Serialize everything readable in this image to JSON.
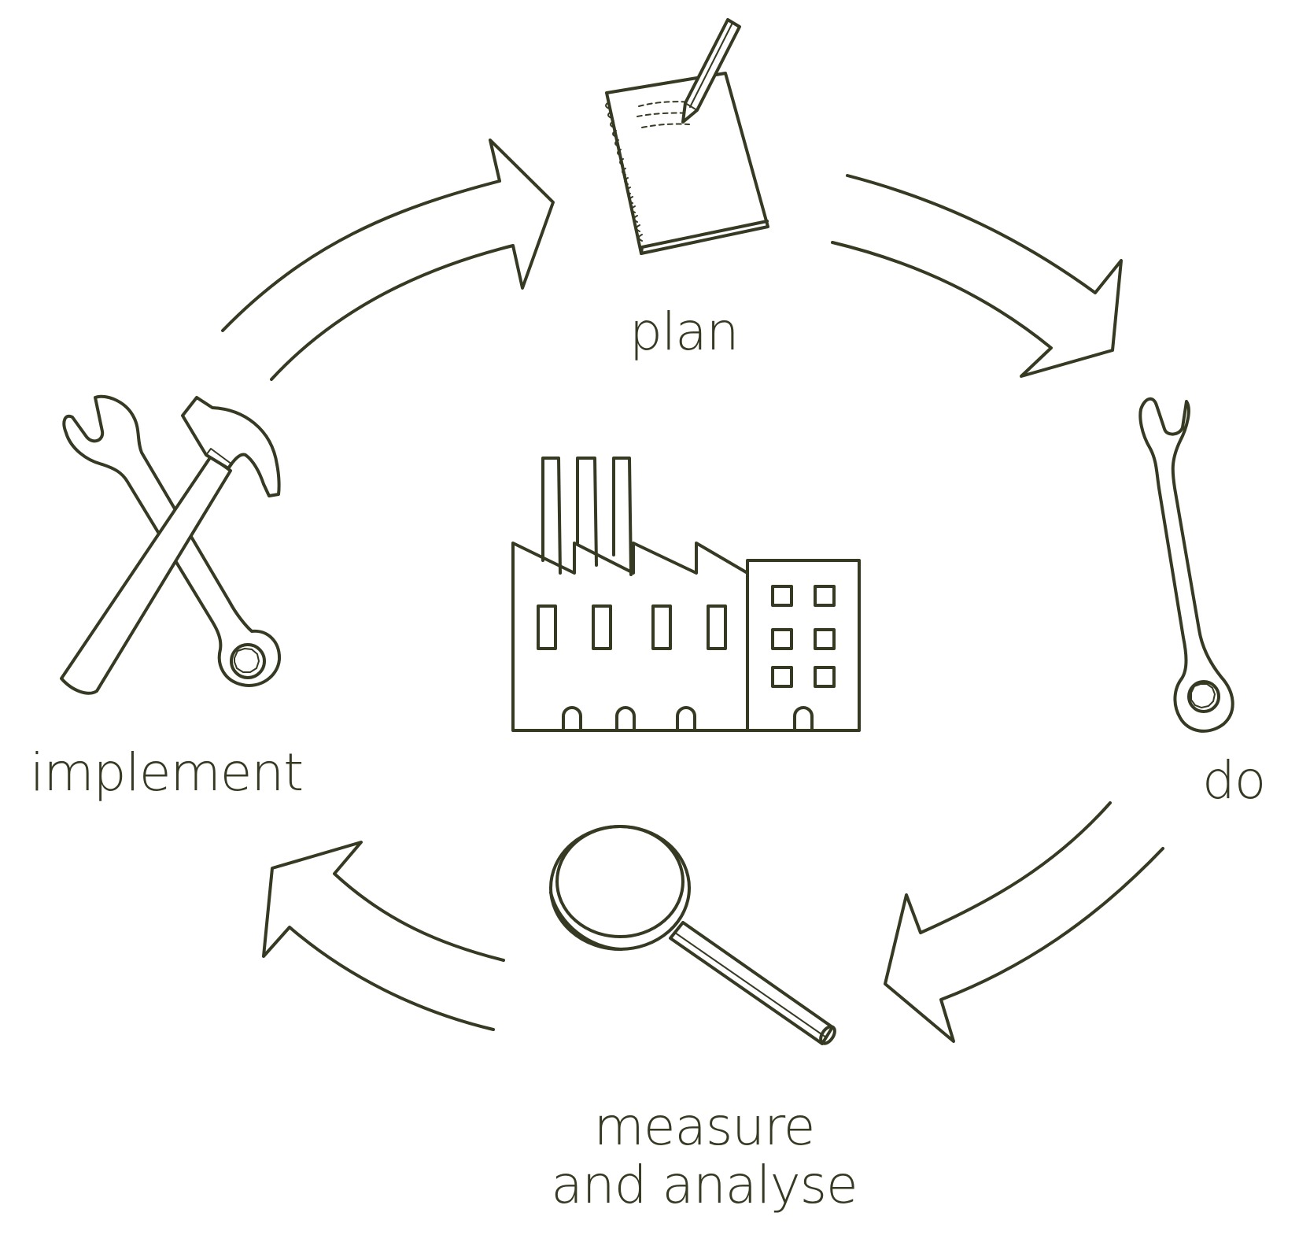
{
  "diagram": {
    "stages": {
      "plan": "plan",
      "do": "do",
      "measure_line1": "measure",
      "measure_line2": "and analyse",
      "implement": "implement"
    },
    "ink_color": "#373a23",
    "icons": {
      "center": "factory-icon",
      "plan": "notebook-pencil-icon",
      "do": "wrench-icon",
      "measure": "magnifying-glass-icon",
      "implement": "wrench-hammer-icon"
    }
  }
}
